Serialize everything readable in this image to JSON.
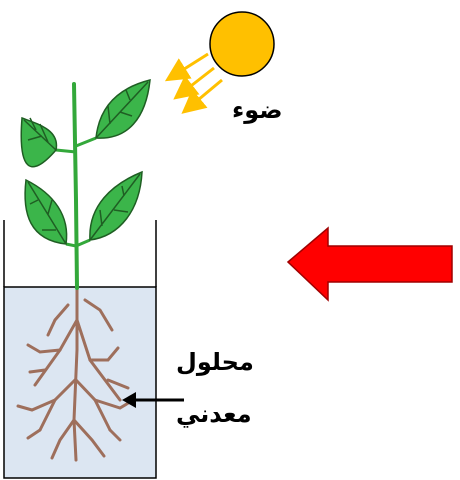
{
  "labels": {
    "light": "ضوء",
    "solution_line1": "محلول",
    "solution_line2": "معدني"
  },
  "colors": {
    "sun": "#ffc000",
    "sun_outline": "#000000",
    "light_rays": "#ffc000",
    "water": "#dce6f2",
    "container_outline": "#000000",
    "stem": "#33a83a",
    "leaf": "#3bb54a",
    "leaf_vein": "#1f5e23",
    "roots": "#9e6f5c",
    "big_arrow_fill": "#ff0000",
    "big_arrow_outline": "#a00000",
    "small_arrow": "#000000"
  }
}
